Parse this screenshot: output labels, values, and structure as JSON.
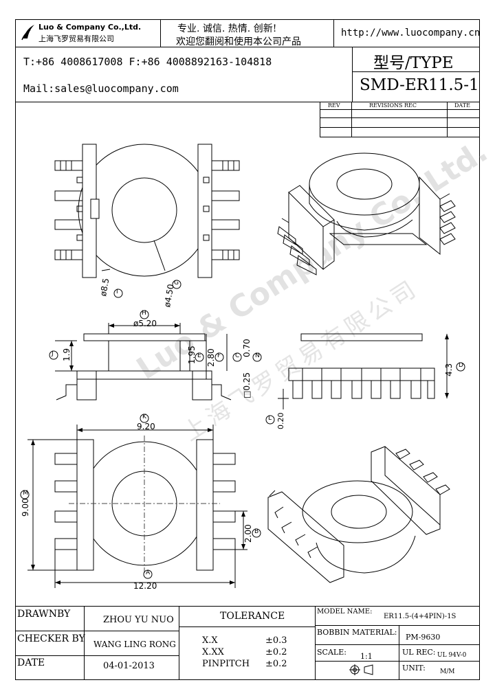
{
  "header": {
    "company_en": "Luo & Company Co.,Ltd.",
    "company_cn": "上海飞罗贸易有限公司",
    "slogan_line1": "专业. 诚信.  热情.  创新!",
    "slogan_line2": "欢迎您翻阅和使用本公司产品",
    "website": "http://www.luocompany.cn",
    "phone_fax": "T:+86 4008617008 F:+86 4008892163-104818",
    "email": "Mail:sales@luocompany.com",
    "type_label": "型号/TYPE",
    "type_value": "SMD-ER11.5-1"
  },
  "revisions": {
    "headers": [
      "REV",
      "REVISIONS REC",
      "DATE"
    ]
  },
  "watermark": {
    "en": "Luo & Company Co.,Ltd.",
    "cn": "上海飞罗贸易有限公司"
  },
  "dimensions": {
    "top_view": {
      "d_outer": "ø8.5",
      "d_outer_tag": "I",
      "d_inner": "ø4.50",
      "d_inner_tag": "G"
    },
    "side_view": {
      "h": "ø5.20",
      "h_tag": "H",
      "j": "1.9",
      "j_tag": "J",
      "e": "1.95",
      "e_tag": "E",
      "f": "2.80",
      "f_tag": "F",
      "c": "0.70",
      "c_tag": "C",
      "n": "□0.25",
      "n_tag": "N",
      "d": "4.3",
      "d_tag": "D",
      "l": "0.20",
      "l_tag": "L"
    },
    "bottom_view": {
      "k": "9.20",
      "k_tag": "K",
      "m": "9.00",
      "m_tag": "M",
      "b": "2.00",
      "b_tag": "B",
      "a": "12.20",
      "a_tag": "A"
    }
  },
  "title_block": {
    "drawnby_label": "DRAWNBY",
    "drawnby_value": "ZHOU YU NUO",
    "checker_label": "CHECKER BY",
    "checker_value": "WANG LING RONG",
    "date_label": "DATE",
    "date_value": "04-01-2013",
    "tolerance_label": "TOLERANCE",
    "tol_rows": [
      {
        "k": "X.X",
        "v": "±0.3"
      },
      {
        "k": "X.XX",
        "v": "±0.2"
      },
      {
        "k": "PINPITCH",
        "v": "±0.2"
      }
    ],
    "model_label": "MODEL NAME:",
    "model_value": "ER11.5-(4+4PIN)-1S",
    "bobbin_label": "BOBBIN MATERIAL:",
    "bobbin_value": "PM-9630",
    "scale_label": "SCALE:",
    "scale_value": "1:1",
    "ul_label": "UL REC:",
    "ul_value": "UL 94V-0",
    "unit_label": "UNIT:",
    "unit_value": "M/M"
  }
}
